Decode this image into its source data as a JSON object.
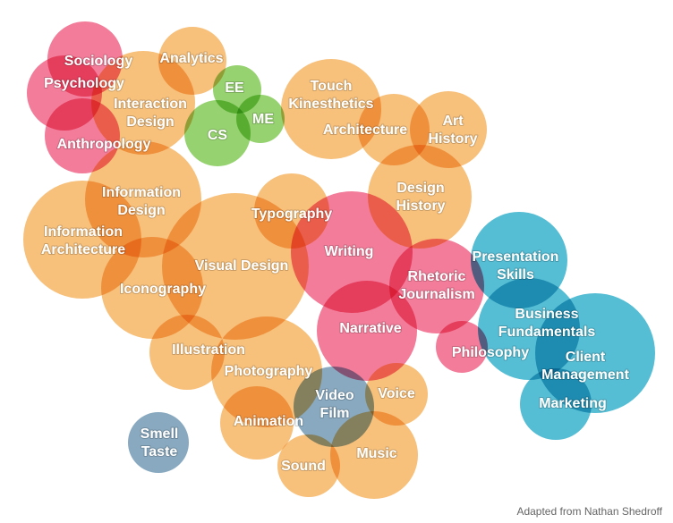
{
  "colors": {
    "orange": "#F5B25E",
    "pink": "#EF5F82",
    "green": "#7FC850",
    "teal": "#2FAECB",
    "slate": "#6E96B2",
    "label": "#FFFFFF"
  },
  "bubbles": [
    {
      "name": "sociology",
      "lines": [
        "Sociology"
      ],
      "color": "pink"
    },
    {
      "name": "psychology",
      "lines": [
        "Psychology"
      ],
      "color": "pink"
    },
    {
      "name": "anthropology",
      "lines": [
        "Anthropology"
      ],
      "color": "pink"
    },
    {
      "name": "interaction-design",
      "lines": [
        "Interaction",
        "Design"
      ],
      "color": "orange"
    },
    {
      "name": "analytics",
      "lines": [
        "Analytics"
      ],
      "color": "orange"
    },
    {
      "name": "ee",
      "lines": [
        "EE"
      ],
      "color": "green"
    },
    {
      "name": "cs",
      "lines": [
        "CS"
      ],
      "color": "green"
    },
    {
      "name": "me",
      "lines": [
        "ME"
      ],
      "color": "green"
    },
    {
      "name": "touch-kinesthetics",
      "lines": [
        "Touch",
        "Kinesthetics"
      ],
      "color": "orange"
    },
    {
      "name": "architecture",
      "lines": [
        "Architecture"
      ],
      "color": "orange"
    },
    {
      "name": "art-history",
      "lines": [
        "Art",
        "History"
      ],
      "color": "orange"
    },
    {
      "name": "design-history",
      "lines": [
        "Design",
        "History"
      ],
      "color": "orange"
    },
    {
      "name": "information-design",
      "lines": [
        "Information",
        "Design"
      ],
      "color": "orange"
    },
    {
      "name": "information-architecture",
      "lines": [
        "Information",
        "Architecture"
      ],
      "color": "orange"
    },
    {
      "name": "iconography",
      "lines": [
        "Iconography"
      ],
      "color": "orange"
    },
    {
      "name": "visual-design",
      "lines": [
        "Visual Design"
      ],
      "color": "orange"
    },
    {
      "name": "typography",
      "lines": [
        "Typography"
      ],
      "color": "orange"
    },
    {
      "name": "writing",
      "lines": [
        "Writing"
      ],
      "color": "pink"
    },
    {
      "name": "rhetoric-journalism",
      "lines": [
        "Rhetoric",
        "Journalism"
      ],
      "color": "pink"
    },
    {
      "name": "narrative",
      "lines": [
        "Narrative"
      ],
      "color": "pink"
    },
    {
      "name": "philosophy",
      "lines": [
        "Philosophy"
      ],
      "color": "pink"
    },
    {
      "name": "presentation-skills",
      "lines": [
        "Presentation",
        "Skills"
      ],
      "color": "teal"
    },
    {
      "name": "business-fundamentals",
      "lines": [
        "Business",
        "Fundamentals"
      ],
      "color": "teal"
    },
    {
      "name": "client-management",
      "lines": [
        "Client",
        "Management"
      ],
      "color": "teal"
    },
    {
      "name": "marketing",
      "lines": [
        "Marketing"
      ],
      "color": "teal"
    },
    {
      "name": "illustration",
      "lines": [
        "Illustration"
      ],
      "color": "orange"
    },
    {
      "name": "photography",
      "lines": [
        "Photography"
      ],
      "color": "orange"
    },
    {
      "name": "animation",
      "lines": [
        "Animation"
      ],
      "color": "orange"
    },
    {
      "name": "video-film",
      "lines": [
        "Video",
        "Film"
      ],
      "color": "slate"
    },
    {
      "name": "voice",
      "lines": [
        "Voice"
      ],
      "color": "orange"
    },
    {
      "name": "music",
      "lines": [
        "Music"
      ],
      "color": "orange"
    },
    {
      "name": "sound",
      "lines": [
        "Sound"
      ],
      "color": "orange"
    },
    {
      "name": "smell-taste",
      "lines": [
        "Smell",
        "Taste"
      ],
      "color": "slate"
    }
  ],
  "credit": "Adapted from Nathan Shedroff"
}
